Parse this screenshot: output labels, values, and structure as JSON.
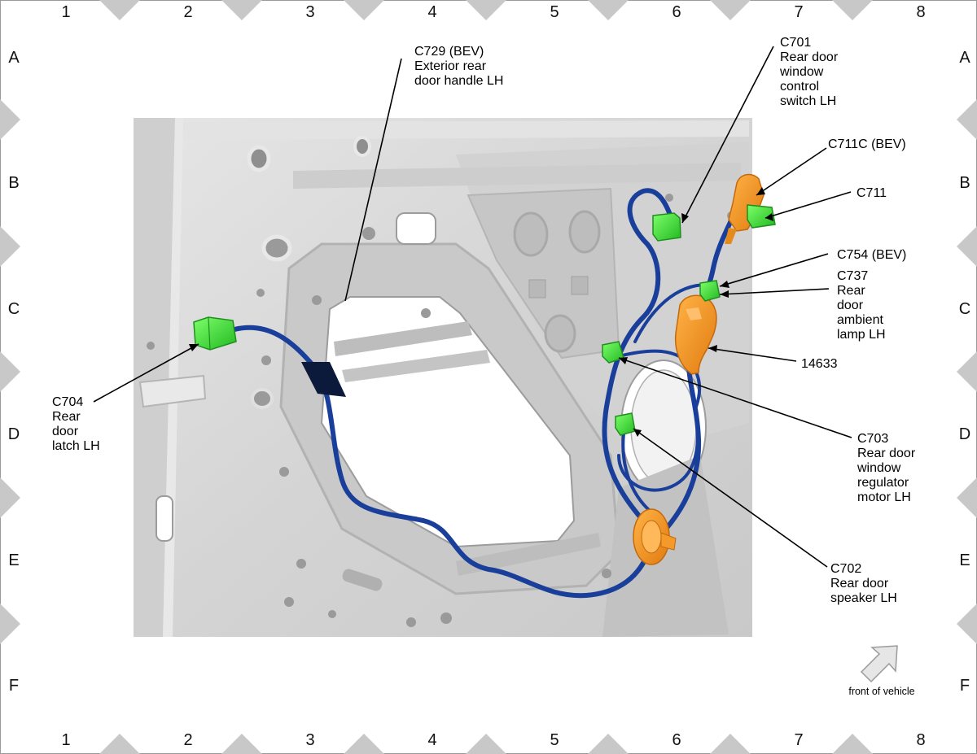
{
  "grid": {
    "columns": [
      "1",
      "2",
      "3",
      "4",
      "5",
      "6",
      "7",
      "8"
    ],
    "rows": [
      "A",
      "B",
      "C",
      "D",
      "E",
      "F"
    ]
  },
  "callouts": {
    "c729": [
      "C729 (BEV)",
      "Exterior rear",
      "door handle LH"
    ],
    "c701": [
      "C701",
      "Rear door",
      "window",
      "control",
      "switch LH"
    ],
    "c711c": [
      "C711C (BEV)"
    ],
    "c711": [
      "C711"
    ],
    "c754": [
      "C754 (BEV)"
    ],
    "c737": [
      "C737",
      "Rear",
      "door",
      "ambient",
      "lamp LH"
    ],
    "p14633": [
      "14633"
    ],
    "c704": [
      "C704",
      "Rear",
      "door",
      "latch LH"
    ],
    "c703": [
      "C703",
      "Rear door",
      "window",
      "regulator",
      "motor LH"
    ],
    "c702": [
      "C702",
      "Rear door",
      "speaker LH"
    ]
  },
  "orientation": {
    "label": "front of vehicle",
    "icon": "front-arrow-icon"
  },
  "colors": {
    "connector": "#3fe23f",
    "orange_part": "#f7941d",
    "harness": "#1a3f9a",
    "panel": "#dcdcdc",
    "frame_triangle": "#c8c8c8"
  }
}
